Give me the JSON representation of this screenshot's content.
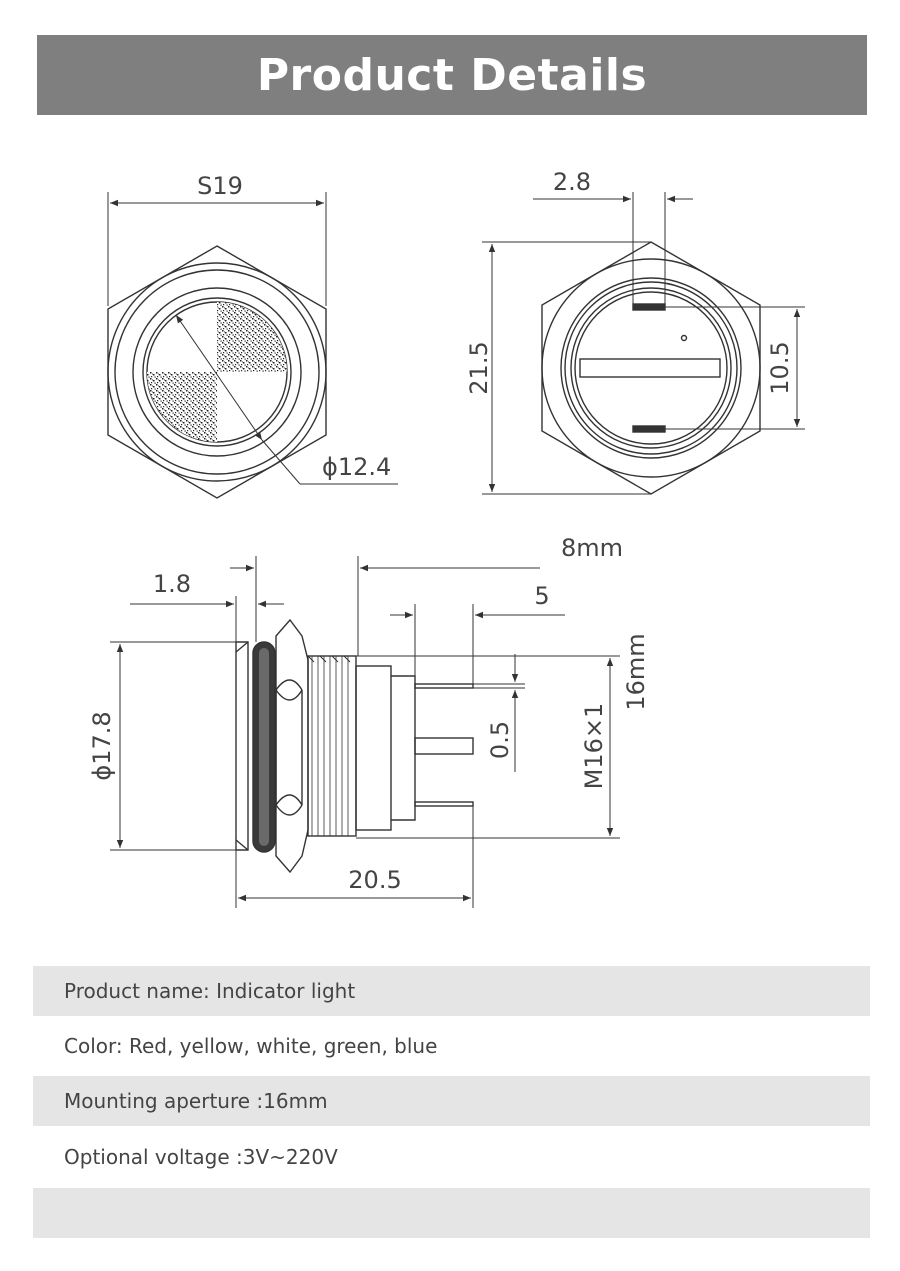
{
  "header": {
    "title": "Product Details"
  },
  "drawing": {
    "front_view": {
      "width_label": "S19",
      "diameter_label": "ϕ12.4"
    },
    "back_view": {
      "pin_width_label": "2.8",
      "height_label": "21.5",
      "pin_span_label": "10.5"
    },
    "side_view": {
      "panel_thickness_label": "1.8",
      "thread_length_label": "8mm",
      "pin_length_label": "5",
      "head_diameter_label": "ϕ17.8",
      "pin_thickness_label": "0.5",
      "thread_label": "M16×1",
      "thread_diameter_label": "16mm",
      "total_length_label": "20.5"
    }
  },
  "specs": [
    {
      "text": "Product name: Indicator light"
    },
    {
      "text": "Color: Red, yellow, white, green, blue"
    },
    {
      "text": "Mounting aperture :16mm"
    },
    {
      "text": "Optional voltage :3V~220V"
    },
    {
      "text": ""
    }
  ]
}
